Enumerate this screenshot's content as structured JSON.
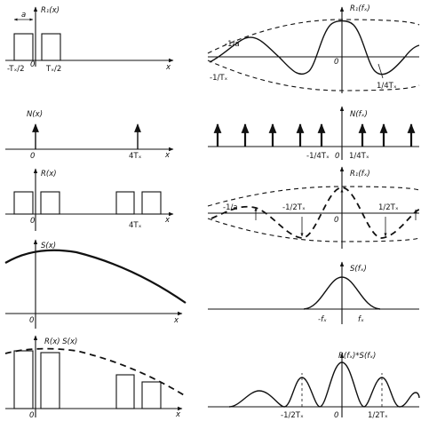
{
  "panels": {
    "rect_train": {
      "ylabel": "R₁(x)",
      "xlabel": "x",
      "ticks": [
        "-Tₓ/2",
        "0",
        "Tₓ/2"
      ],
      "width_label": "a"
    },
    "rect_train_spectrum": {
      "ylabel": "R₁(fₓ)",
      "origin": "0",
      "labels": [
        "-1/a",
        "-1/Tₓ",
        "1/4Tₓ"
      ]
    },
    "comb": {
      "ylabel": "N(x)",
      "xlabel": "x",
      "ticks": [
        "0",
        "4Tₓ"
      ]
    },
    "comb_spectrum": {
      "ylabel": "N(fₓ)",
      "ticks": [
        "-1/4Tₓ",
        "0",
        "1/4Tₓ"
      ]
    },
    "sampled_rect": {
      "ylabel": "R(x)",
      "xlabel": "x",
      "ticks": [
        "0",
        "4Tₓ"
      ]
    },
    "sampled_rect_spectrum": {
      "ylabel": "R₁(fₓ)",
      "labels": [
        "-1/a",
        "-1/2Tₓ",
        "0",
        "1/2Tₓ"
      ]
    },
    "aperture": {
      "ylabel": "S(x)",
      "xlabel": "x",
      "origin": "0"
    },
    "aperture_spectrum": {
      "ylabel": "S(fₓ)",
      "ticks": [
        "-fₓ",
        "fₓ"
      ]
    },
    "product": {
      "ylabel": "R(x) S(x)",
      "xlabel": "x",
      "origin": "0"
    },
    "convolution_spectrum": {
      "ylabel": "R(fₓ)*S(fₓ)",
      "ticks": [
        "-1/2Tₓ",
        "0",
        "1/2Tₓ"
      ]
    }
  }
}
